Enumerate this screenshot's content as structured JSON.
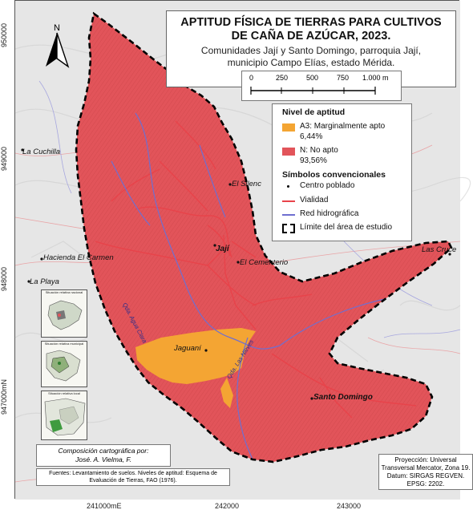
{
  "title": {
    "main_line1": "APTITUD FÍSICA DE TIERRAS PARA CULTIVOS",
    "main_line2": "DE CAÑA DE AZÚCAR, 2023.",
    "sub_line1": "Comunidades Jají y Santo Domingo, parroquia Jají,",
    "sub_line2": "municipio Campo Elías, estado Mérida."
  },
  "scale_bar": {
    "ticks": [
      "0",
      "250",
      "500",
      "750",
      "1.000 m"
    ]
  },
  "legend": {
    "heading_aptitude": "Nivel de aptitud",
    "a3_label": "A3: Marginalmente apto",
    "a3_percent": "6,44%",
    "n_label": "N: No apto",
    "n_percent": "93,56%",
    "heading_symbols": "Símbolos convencionales",
    "centro_poblado": "Centro poblado",
    "vialidad": "Vialidad",
    "red_hidrografica": "Red hidrográfica",
    "limite": "Límite del área de estudio",
    "colors": {
      "a3": "#f4a533",
      "n": "#e2545a",
      "road": "#e8434a",
      "river": "#6f6fd0",
      "boundary": "#000000"
    }
  },
  "north_label": "N",
  "places": {
    "la_cuchilla": "La Cuchilla",
    "el_silencio": "El Silenc",
    "jaji": "Jají",
    "hacienda": "Hacienda El Carmen",
    "el_cementerio": "El Cementerio",
    "la_playa": "La Playa",
    "las_cruces": "Las Cruce",
    "jaguani": "Jaguaní",
    "santo_domingo": "Santo Domingo",
    "quebrada_1": "Qda. Agua Clara",
    "quebrada_2": "Qda. Las Nieves"
  },
  "coords": {
    "left": [
      "950000",
      "949000",
      "948000",
      "947000mN"
    ],
    "bottom": [
      "241000mE",
      "242000",
      "243000"
    ]
  },
  "insets": {
    "inset1": "Situación relativa nacional",
    "inset2": "Situación relativa municipal",
    "inset3": "Situación relativa local"
  },
  "credit": {
    "line1": "Composición cartográfica por:",
    "line2": "José. A. Vielma, F."
  },
  "fuentes": {
    "line1": "Fuentes: Levantamiento de suelos. Niveles de aptitud: Esquema de",
    "line2": "Evaluación de Tierras, FAO (1976)."
  },
  "projection": {
    "line1": "Proyección: Universal",
    "line2": "Transversal Mercator, Zona 19.",
    "line3": "Datum: SIRGAS REGVEN.",
    "line4": "EPSG: 2202."
  }
}
